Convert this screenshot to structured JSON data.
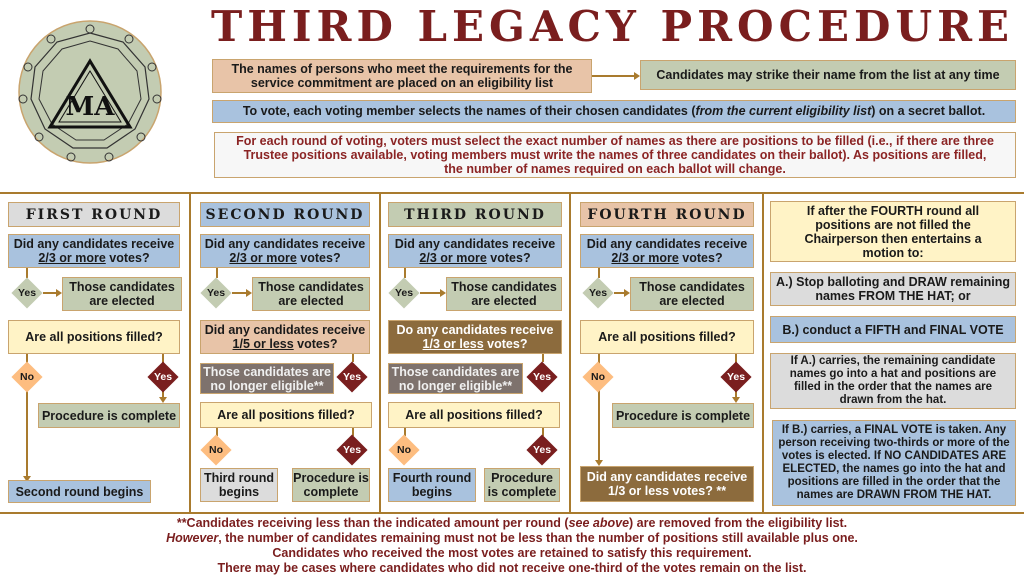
{
  "title": "THIRD LEGACY PROCEDURE",
  "logo": {
    "text": "MA"
  },
  "intro": {
    "eligibility": "The names of persons who meet the requirements for the service commitment are placed on an eligibility list",
    "strike": "Candidates may strike their name from the list at any time",
    "vote_a": "To vote, each voting member selects the names of their chosen candidates (",
    "vote_em": "from the current eligibility list",
    "vote_b": ") on a secret ballot.",
    "rule": "For each round of voting, voters must select the exact number of names as there are positions to be filled  (i.e., if there are three Trustee positions available, voting members must write the names of three candidates on their ballot). As positions are filled, the number of names required on each ballot will change."
  },
  "common": {
    "q_pre": "Did any candidates receive",
    "q_23": "2/3 or more",
    "q_post": " votes?",
    "yes": "Yes",
    "no": "No",
    "elected": "Those candidates are elected",
    "filled": "Are all positions filled?",
    "complete": "Procedure is complete",
    "ineligible": "Those candidates are no longer eligible**"
  },
  "rounds": [
    {
      "header": "FIRST ROUND",
      "next": "Second round begins"
    },
    {
      "header": "SECOND ROUND",
      "q2_pre": "Did any candidates receive",
      "q2_u": "1/5  or less",
      "q2_post": " votes?",
      "next": "Third round begins",
      "complete": "Procedure is complete"
    },
    {
      "header": "THIRD ROUND",
      "q2_pre": "Do any candidates receive",
      "q2_u": "1/3 or less",
      "q2_post": " votes?",
      "next": "Fourth round begins",
      "complete": "Procedure is complete"
    },
    {
      "header": "FOURTH ROUND",
      "final_q": "Did any candidates receive 1/3 or less votes? **"
    }
  ],
  "after": {
    "intro": "If after the FOURTH round all positions are not filled the Chairperson then entertains a motion to:",
    "option_a": "A.) Stop balloting and DRAW remaining names FROM THE HAT; or",
    "option_b": "B.) conduct a FIFTH and FINAL VOTE",
    "if_a": "If A.) carries, the remaining candidate names go into a hat and positions are filled in the order that the names are drawn from the hat.",
    "if_b": "If B.) carries, a FINAL VOTE is taken. Any person receiving two-thirds or more of the votes is elected. If NO CANDIDATES ARE ELECTED, the names go into the hat and positions are filled in the order that the names are DRAWN FROM THE HAT."
  },
  "footer": {
    "l1a": "**Candidates receiving less than the indicated amount per round (",
    "l1em": "see above",
    "l1b": ") are removed from the eligibility list.",
    "l2em": "However",
    "l2b": ", the number of candidates remaining must not be less than the number of positions still available plus one.",
    "l3": "Candidates who received the most votes are retained to satisfy this requirement.",
    "l4": "There may be cases where candidates who did not receive one-third of the votes remain on the list."
  },
  "colors": {
    "title": "#7a1e1e",
    "accent": "#a97b2e"
  }
}
